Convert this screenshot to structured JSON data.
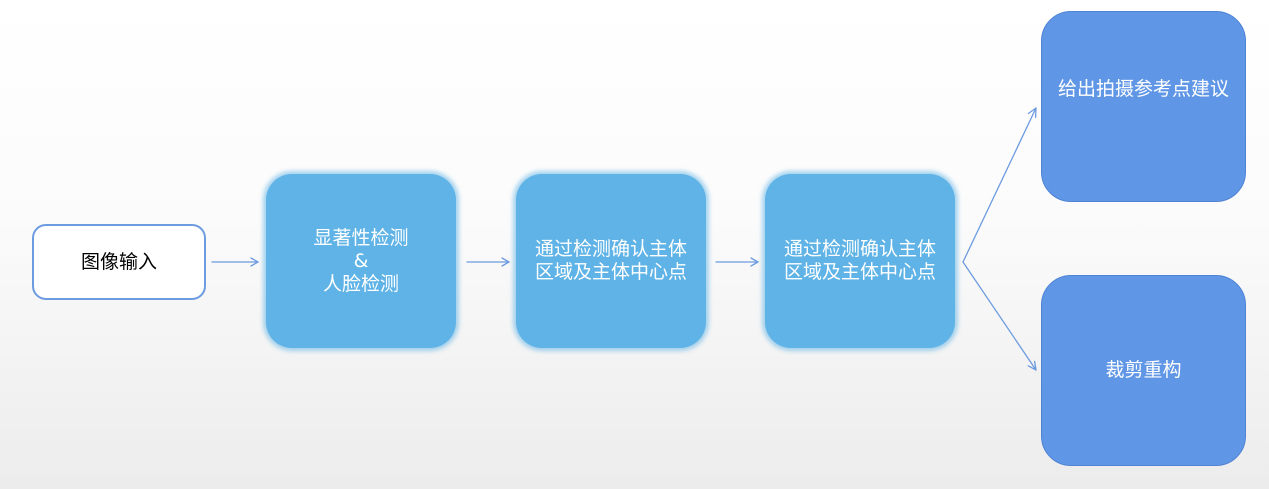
{
  "nodes": {
    "input": {
      "label": "图像输入"
    },
    "detect": {
      "label": "显著性检测\n&\n人脸检测"
    },
    "confirm_1": {
      "label": "通过检测确认主体区域及主体中心点"
    },
    "confirm_2": {
      "label": "通过检测确认主体区域及主体中心点"
    },
    "suggest": {
      "label": "给出拍摄参考点建议"
    },
    "crop": {
      "label": "裁剪重构"
    }
  },
  "colors": {
    "arrow": "#6d9be0",
    "outline_border": "#6d9be0",
    "soft_fill": "#5fb3e6",
    "result_fill": "#6096e6"
  }
}
